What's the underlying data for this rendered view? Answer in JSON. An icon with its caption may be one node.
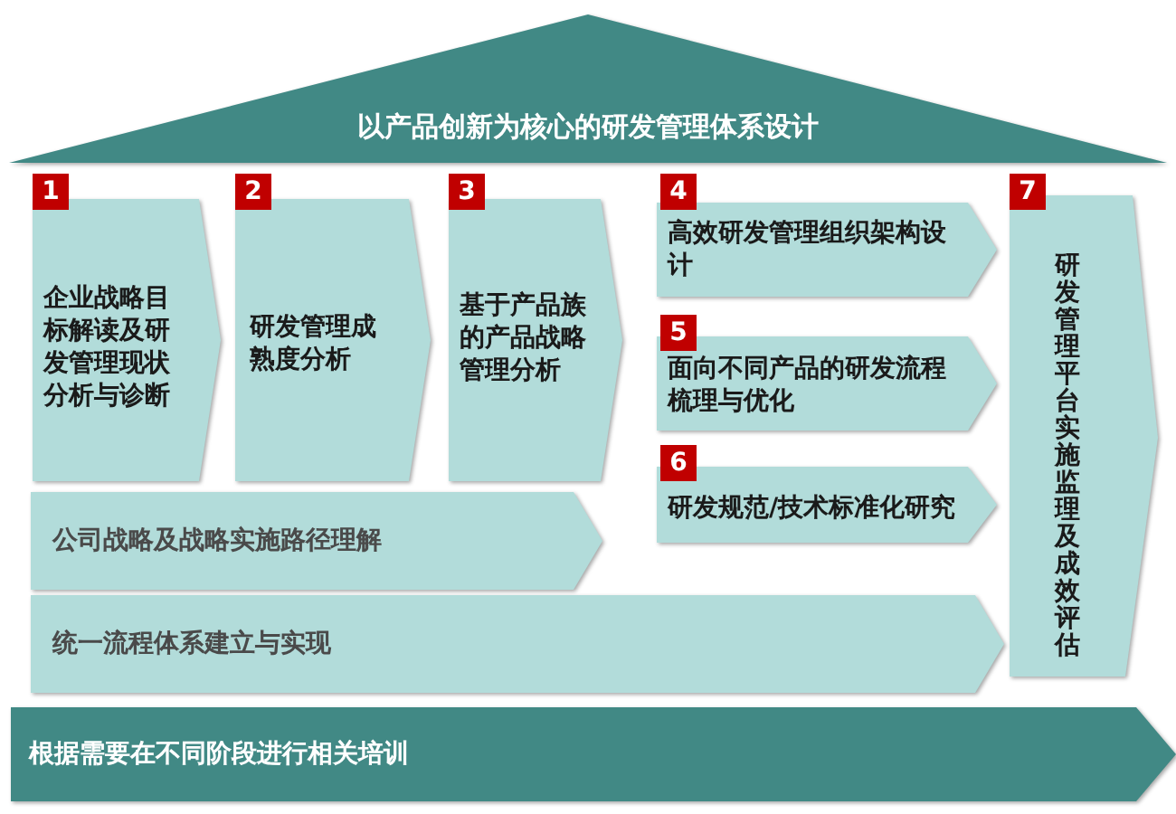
{
  "diagram": {
    "nodes": [
      {
        "text": [
          "以产品创新为核心的研发管理体系设计"
        ]
      },
      {
        "text": [
          "1",
          "企业战略目标解读及研发管理现状分析与诊断"
        ]
      },
      {
        "text": [
          "2",
          "研发管理成熟度分析"
        ]
      },
      {
        "text": [
          "3",
          "基于产品族的产品战略管理分析"
        ]
      },
      {
        "text": [
          "4",
          "高效研发管理组织架构设计"
        ]
      },
      {
        "text": [
          "5",
          "面向不同产品的研发流程梳理与优化"
        ]
      },
      {
        "text": [
          "6",
          "研发规范/技术标准化研究"
        ]
      },
      {
        "text": [
          "7",
          "研发管理平台实施监理及成效评估"
        ]
      },
      {
        "text": [
          "公司战略及战略实施路径理解"
        ]
      },
      {
        "text": [
          "统一流程体系建立与实现"
        ]
      },
      {
        "text": [
          "根据需要在不同阶段进行相关培训"
        ]
      }
    ]
  }
}
